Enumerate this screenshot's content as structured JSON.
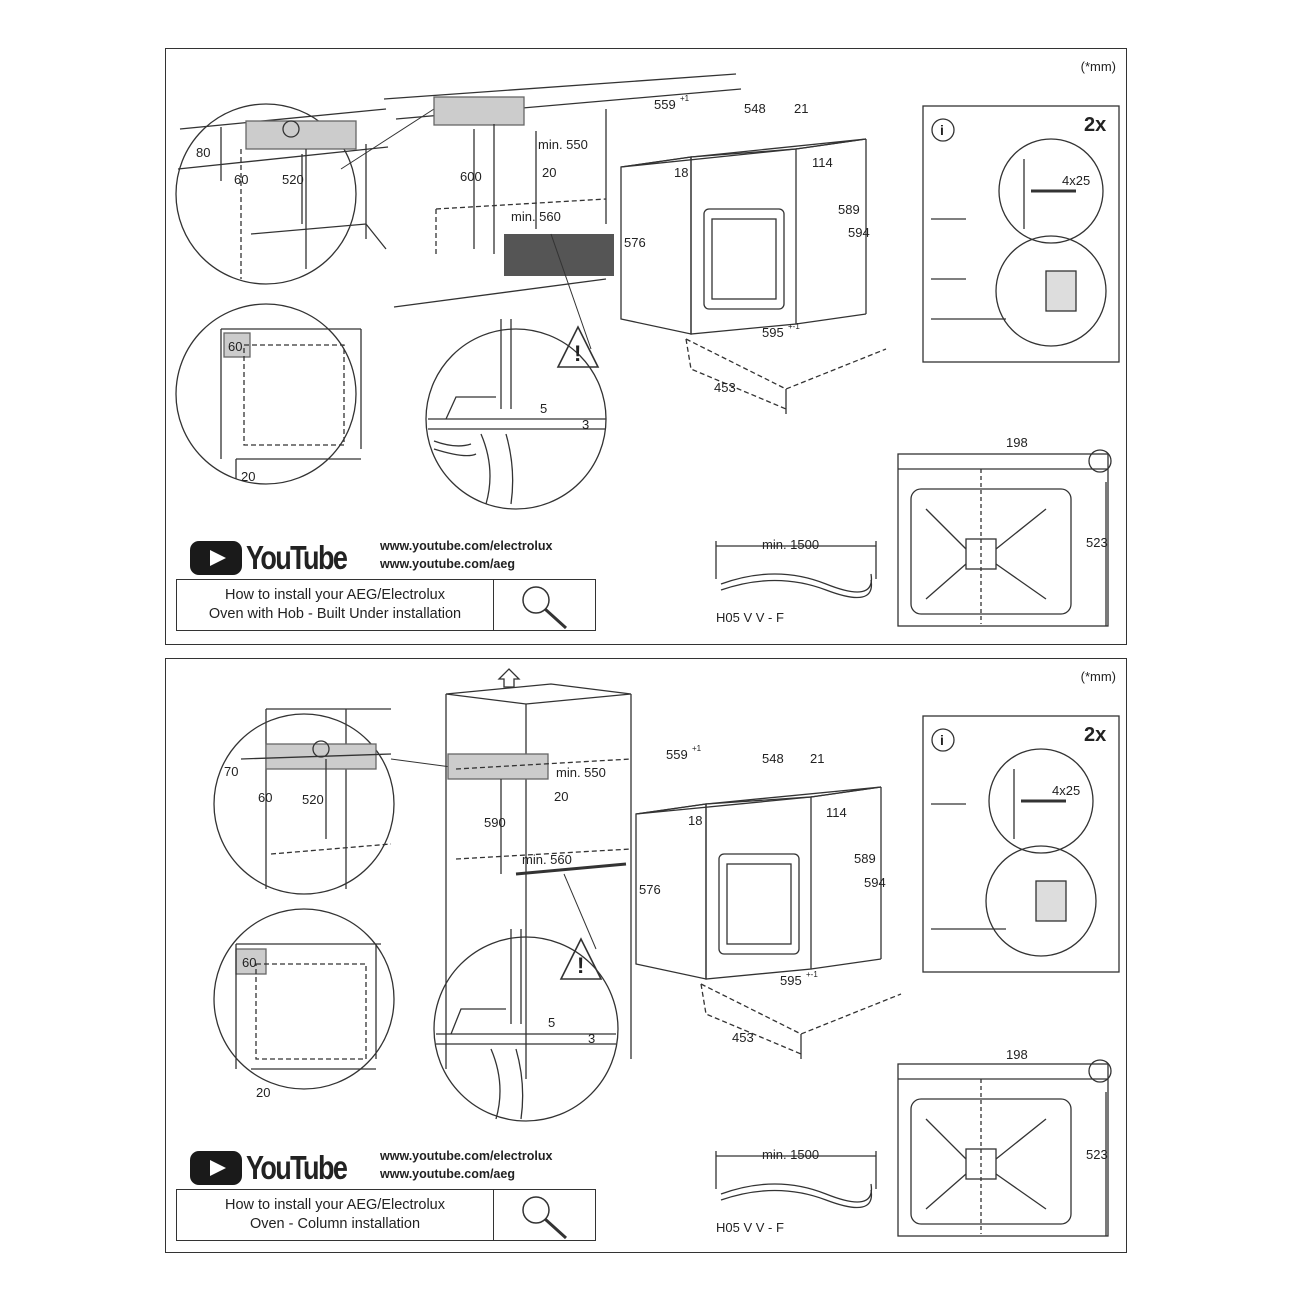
{
  "panels": [
    {
      "unit_note": "(*mm)",
      "dims": {
        "d80": "80",
        "d60a": "60",
        "d520": "520",
        "d600": "600",
        "min550": "min. 550",
        "d20a": "20",
        "min560": "min. 560",
        "d559": "559",
        "sup559": "+1",
        "d548": "548",
        "d21": "21",
        "d18": "18",
        "d114": "114",
        "d576": "576",
        "d589": "589",
        "d594": "594",
        "d595": "595",
        "sup595": "+-1",
        "d453": "453",
        "d60b": "60",
        "d20b": "20",
        "d5": "5",
        "d3": "3",
        "screw": "4x25",
        "count": "2x",
        "d198": "198",
        "d523": "523",
        "min1500": "min. 1500",
        "cable": "H05 V V - F"
      },
      "youtube": {
        "word": "YouTube",
        "url1": "www.youtube.com/electrolux",
        "url2": "www.youtube.com/aeg",
        "howto_line1": "How to install your AEG/Electrolux",
        "howto_line2": "Oven with Hob - Built Under installation"
      }
    },
    {
      "unit_note": "(*mm)",
      "dims": {
        "d80": "70",
        "d60a": "60",
        "d520": "520",
        "d600": "590",
        "min550": "min. 550",
        "d20a": "20",
        "min560": "min. 560",
        "d559": "559",
        "sup559": "+1",
        "d548": "548",
        "d21": "21",
        "d18": "18",
        "d114": "114",
        "d576": "576",
        "d589": "589",
        "d594": "594",
        "d595": "595",
        "sup595": "+-1",
        "d453": "453",
        "d60b": "60",
        "d20b": "20",
        "d5": "5",
        "d3": "3",
        "screw": "4x25",
        "count": "2x",
        "d198": "198",
        "d523": "523",
        "min1500": "min. 1500",
        "cable": "H05 V V - F"
      },
      "youtube": {
        "word": "YouTube",
        "url1": "www.youtube.com/electrolux",
        "url2": "www.youtube.com/aeg",
        "howto_line1": "How to install your AEG/Electrolux",
        "howto_line2": "Oven - Column installation"
      }
    }
  ]
}
